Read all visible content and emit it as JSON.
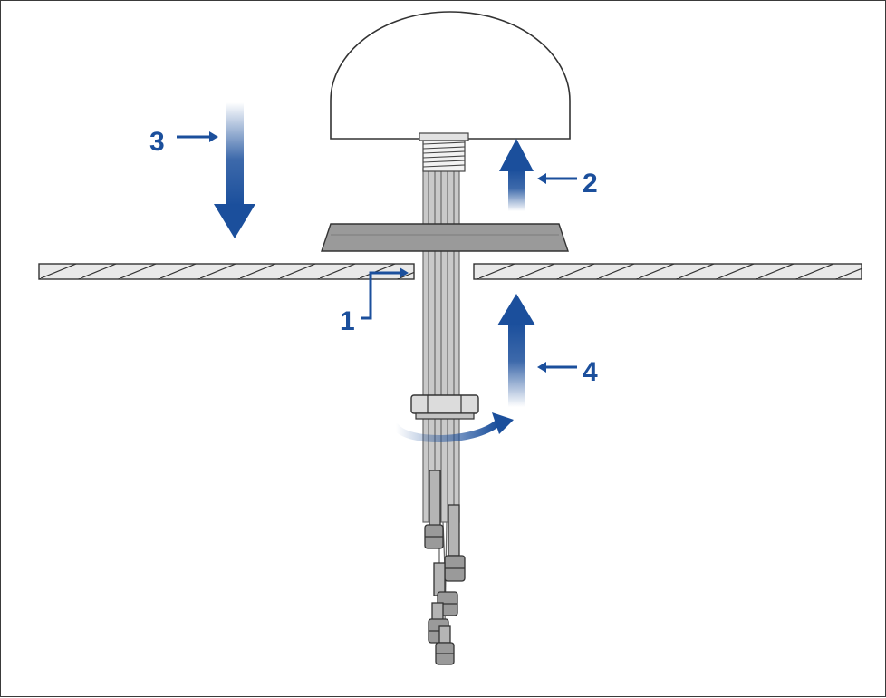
{
  "callouts": {
    "c1": "1",
    "c2": "2",
    "c3": "3",
    "c4": "4"
  },
  "colors": {
    "accent_blue": "#1b4f9c",
    "frame": "#3a3a3a",
    "metal_grey": "#8e8e8e",
    "dome_fill": "#ffffff"
  }
}
